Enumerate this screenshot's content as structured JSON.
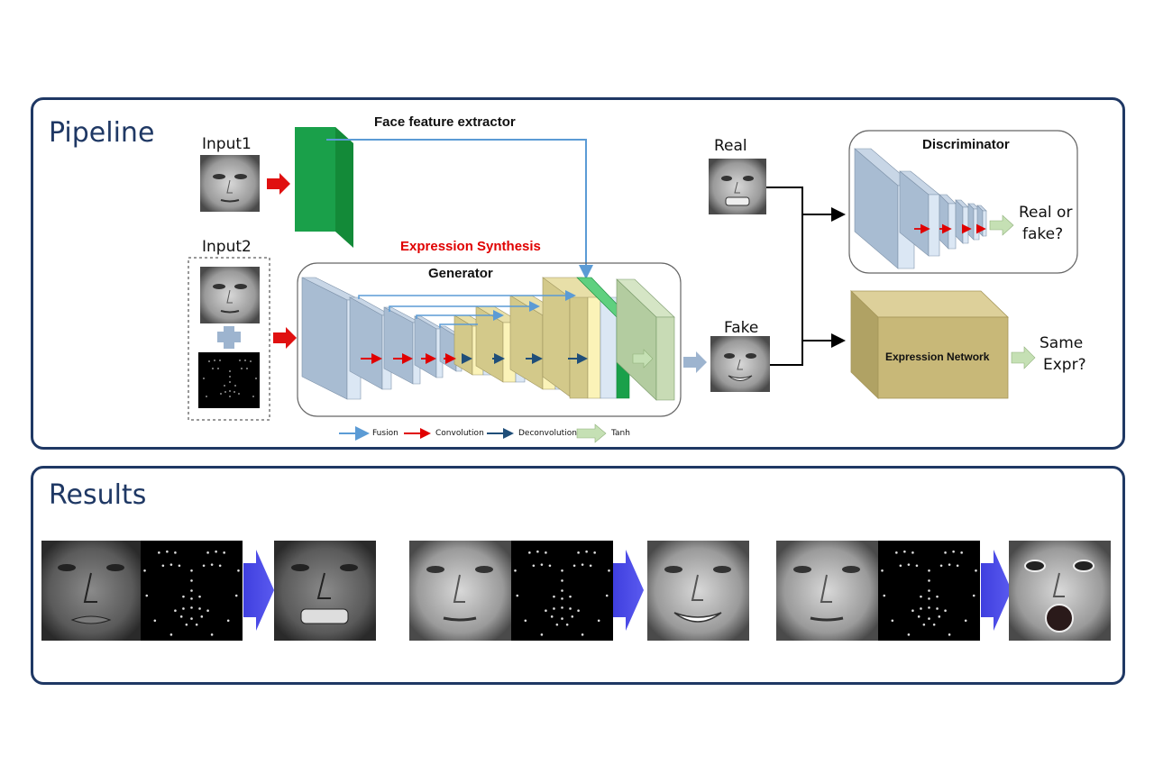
{
  "pipeline": {
    "title": "Pipeline",
    "input1": "Input1",
    "input2": "Input2",
    "face_feature_extractor": "Face feature extractor",
    "expression_synthesis": "Expression Synthesis",
    "generator": "Generator",
    "real": "Real",
    "fake": "Fake",
    "discriminator": "Discriminator",
    "discriminator_output": [
      "Real or",
      "fake?"
    ],
    "expression_network": "Expression Network",
    "expression_output": [
      "Same",
      "Expr?"
    ],
    "legend": {
      "fusion": "Fusion",
      "convolution": "Convolution",
      "deconvolution": "Deconvolution",
      "tanh": "Tanh"
    }
  },
  "results": {
    "title": "Results"
  },
  "colors": {
    "panel_border": "#1f3864",
    "fusion": "#5b9bd5",
    "convolution": "#e00000",
    "deconvolution": "#1f4e79",
    "tanh": "#c5e0b4",
    "feature_extractor": "#1aa04a",
    "expression_network": "#c8b878",
    "result_arrow": "#3f3fdf"
  }
}
